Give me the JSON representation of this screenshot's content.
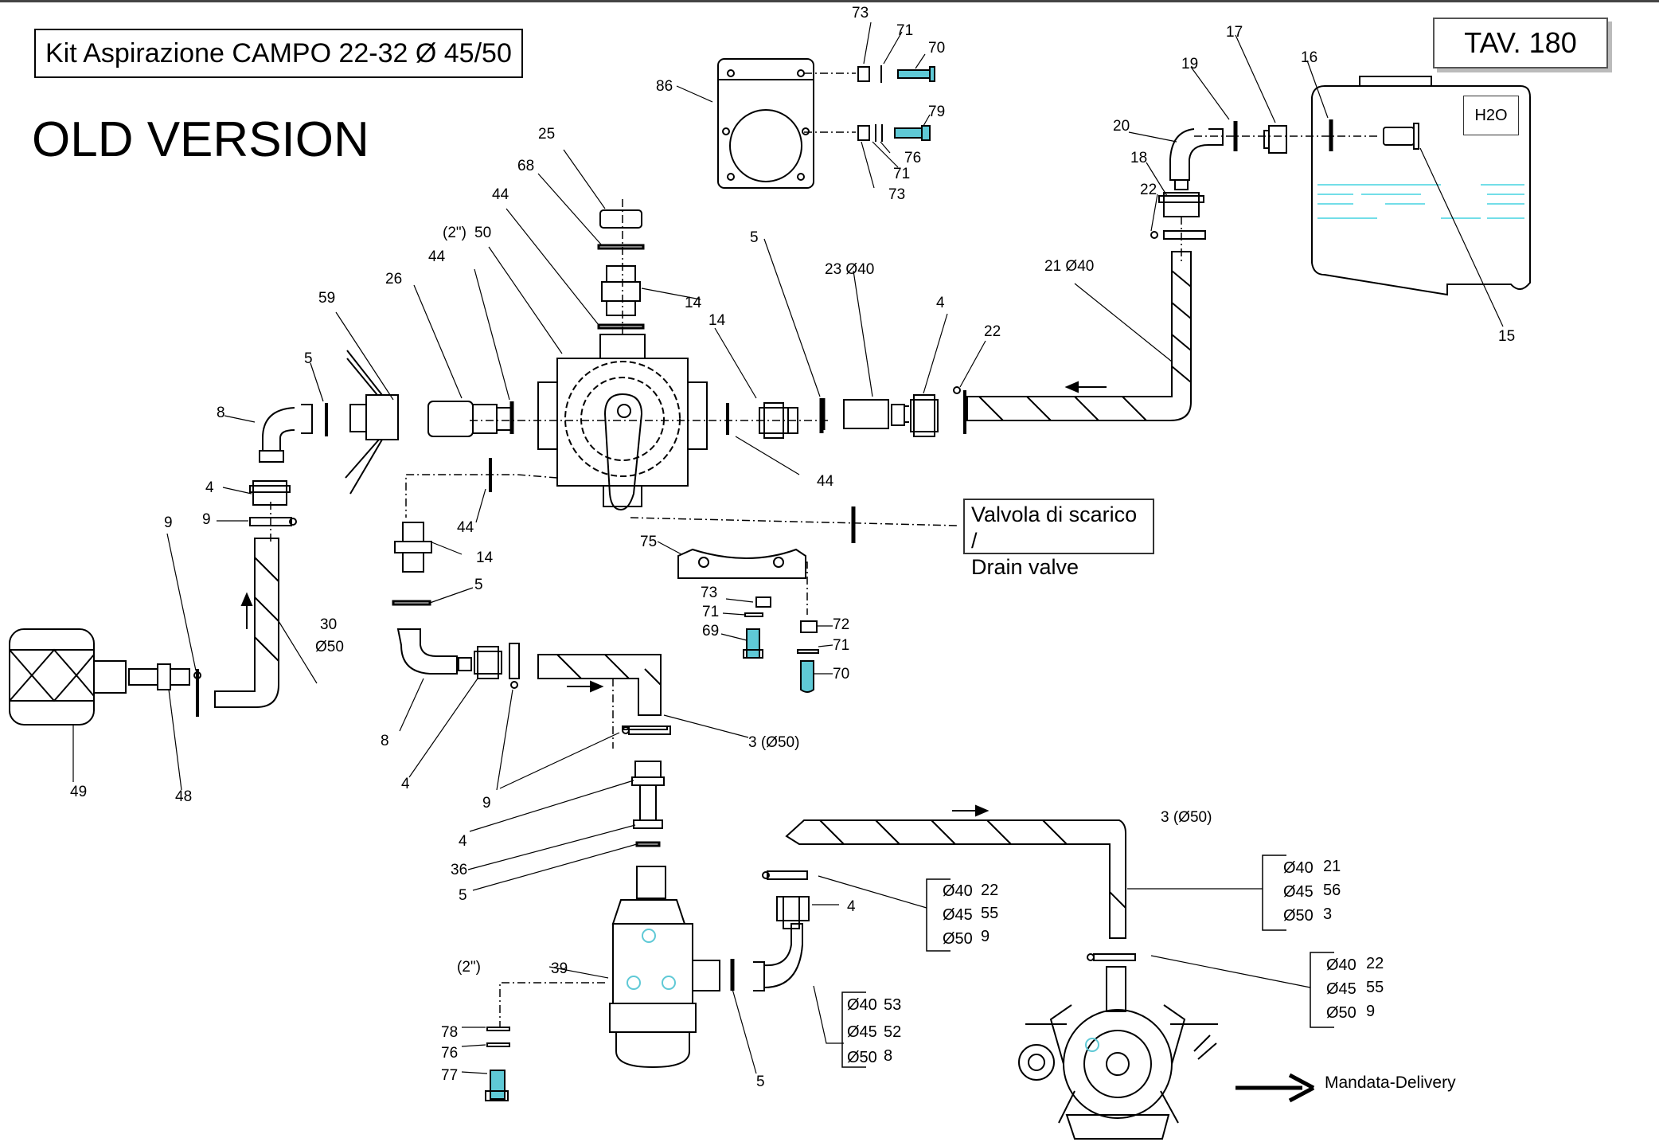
{
  "title": "Kit Aspirazione CAMPO 22-32 Ø 45/50",
  "table_ref": "TAV. 180",
  "version": "OLD VERSION",
  "drain_valve": {
    "line1": "Valvola di scarico /",
    "line2": "Drain valve"
  },
  "tank_label": "H2O",
  "delivery_label": "Mandata-Delivery",
  "callouts": {
    "c73a": "73",
    "c71a": "71",
    "c70a": "70",
    "c86": "86",
    "c79": "79",
    "c76a": "76",
    "c71b": "71",
    "c73b": "73",
    "c17": "17",
    "c16": "16",
    "c19": "19",
    "c20": "20",
    "c18": "18",
    "c22a": "22",
    "c15": "15",
    "c21": "21 Ø40",
    "c25": "25",
    "c68": "68",
    "c44a": "44",
    "c2in_a": "(2\")",
    "c50": "50",
    "c44b": "44",
    "c14a": "14",
    "c26": "26",
    "c59": "59",
    "c5a": "5",
    "c8a": "8",
    "c14b": "14",
    "c5b": "5",
    "c23": "23 Ø40",
    "c4a": "4",
    "c22b": "22",
    "c44c": "44",
    "c4b": "4",
    "c9a": "9",
    "c9b": "9",
    "c44d": "44",
    "c14c": "14",
    "c5c": "5",
    "c30": "30",
    "c30d": "Ø50",
    "c75": "75",
    "c73c": "73",
    "c71c": "71",
    "c69": "69",
    "c72": "72",
    "c71d": "71",
    "c70b": "70",
    "c8b": "8",
    "c4c": "4",
    "c9c": "9",
    "c3a": "3 (Ø50)",
    "c49": "49",
    "c48": "48",
    "c4d": "4",
    "c36": "36",
    "c5d": "5",
    "c3b": "3 (Ø50)",
    "c4e": "4",
    "c2in_b": "(2\")",
    "c39": "39",
    "c78": "78",
    "c76b": "76",
    "c77": "77",
    "c5e": "5"
  },
  "spec_tables": [
    {
      "rows": [
        {
          "d": "Ø40",
          "v": "22"
        },
        {
          "d": "Ø45",
          "v": "55"
        },
        {
          "d": "Ø50",
          "v": "9"
        }
      ]
    },
    {
      "rows": [
        {
          "d": "Ø40",
          "v": "21"
        },
        {
          "d": "Ø45",
          "v": "56"
        },
        {
          "d": "Ø50",
          "v": "3"
        }
      ]
    },
    {
      "rows": [
        {
          "d": "Ø40",
          "v": "22"
        },
        {
          "d": "Ø45",
          "v": "55"
        },
        {
          "d": "Ø50",
          "v": "9"
        }
      ]
    },
    {
      "rows": [
        {
          "d": "Ø40",
          "v": "53"
        },
        {
          "d": "Ø45",
          "v": "52"
        },
        {
          "d": "Ø50",
          "v": "8"
        }
      ]
    }
  ],
  "colors": {
    "line": "#000000",
    "accent": "#5fc9d6",
    "water": "#45d3e0",
    "frame": "#555555"
  }
}
